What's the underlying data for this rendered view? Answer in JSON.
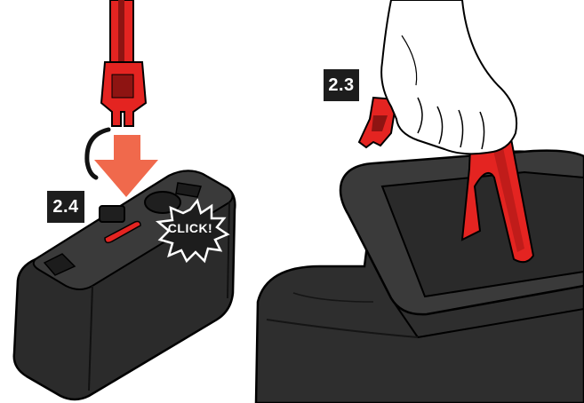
{
  "steps": {
    "insert": {
      "label": "2.4"
    },
    "lift": {
      "label": "2.3"
    }
  },
  "callout": {
    "text": "CLICK!"
  },
  "colors": {
    "strap_red": "#e42421",
    "dark_red": "#8e1412",
    "body_black": "#2a2a2a",
    "arrow_orange": "#f0694c",
    "label_bg": "#1d1d1d"
  }
}
